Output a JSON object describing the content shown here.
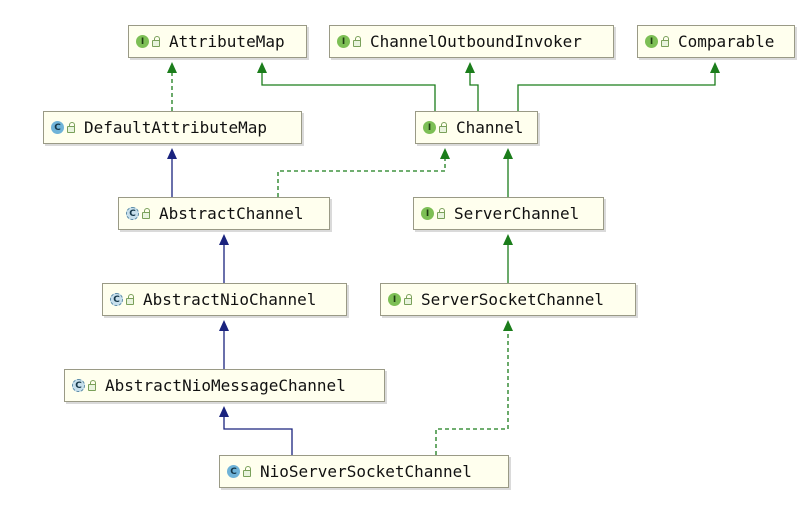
{
  "diagram": {
    "nodes": [
      {
        "id": "AttributeMap",
        "label": "AttributeMap",
        "kind": "interface",
        "badge": "I"
      },
      {
        "id": "ChannelOutboundInvoker",
        "label": "ChannelOutboundInvoker",
        "kind": "interface",
        "badge": "I"
      },
      {
        "id": "Comparable",
        "label": "Comparable",
        "kind": "interface",
        "badge": "I"
      },
      {
        "id": "DefaultAttributeMap",
        "label": "DefaultAttributeMap",
        "kind": "class",
        "badge": "C"
      },
      {
        "id": "Channel",
        "label": "Channel",
        "kind": "interface",
        "badge": "I"
      },
      {
        "id": "AbstractChannel",
        "label": "AbstractChannel",
        "kind": "abstract",
        "badge": "C"
      },
      {
        "id": "ServerChannel",
        "label": "ServerChannel",
        "kind": "interface",
        "badge": "I"
      },
      {
        "id": "AbstractNioChannel",
        "label": "AbstractNioChannel",
        "kind": "abstract",
        "badge": "C"
      },
      {
        "id": "ServerSocketChannel",
        "label": "ServerSocketChannel",
        "kind": "interface",
        "badge": "I"
      },
      {
        "id": "AbstractNioMessageChannel",
        "label": "AbstractNioMessageChannel",
        "kind": "abstract",
        "badge": "C"
      },
      {
        "id": "NioServerSocketChannel",
        "label": "NioServerSocketChannel",
        "kind": "class",
        "badge": "C"
      }
    ],
    "edges": [
      {
        "from": "DefaultAttributeMap",
        "to": "AttributeMap",
        "type": "implements"
      },
      {
        "from": "Channel",
        "to": "AttributeMap",
        "type": "extends-interface"
      },
      {
        "from": "Channel",
        "to": "ChannelOutboundInvoker",
        "type": "extends-interface"
      },
      {
        "from": "Channel",
        "to": "Comparable",
        "type": "extends-interface"
      },
      {
        "from": "AbstractChannel",
        "to": "DefaultAttributeMap",
        "type": "extends"
      },
      {
        "from": "AbstractChannel",
        "to": "Channel",
        "type": "implements"
      },
      {
        "from": "ServerChannel",
        "to": "Channel",
        "type": "extends-interface"
      },
      {
        "from": "AbstractNioChannel",
        "to": "AbstractChannel",
        "type": "extends"
      },
      {
        "from": "ServerSocketChannel",
        "to": "ServerChannel",
        "type": "extends-interface"
      },
      {
        "from": "AbstractNioMessageChannel",
        "to": "AbstractNioChannel",
        "type": "extends"
      },
      {
        "from": "NioServerSocketChannel",
        "to": "AbstractNioMessageChannel",
        "type": "extends"
      },
      {
        "from": "NioServerSocketChannel",
        "to": "ServerSocketChannel",
        "type": "implements"
      }
    ],
    "colors": {
      "extends": "#1a237e",
      "implements": "#1b7d1b",
      "extends-interface": "#1b7d1b",
      "node_fill": "#ffffee",
      "node_border": "#9a9a86"
    }
  }
}
